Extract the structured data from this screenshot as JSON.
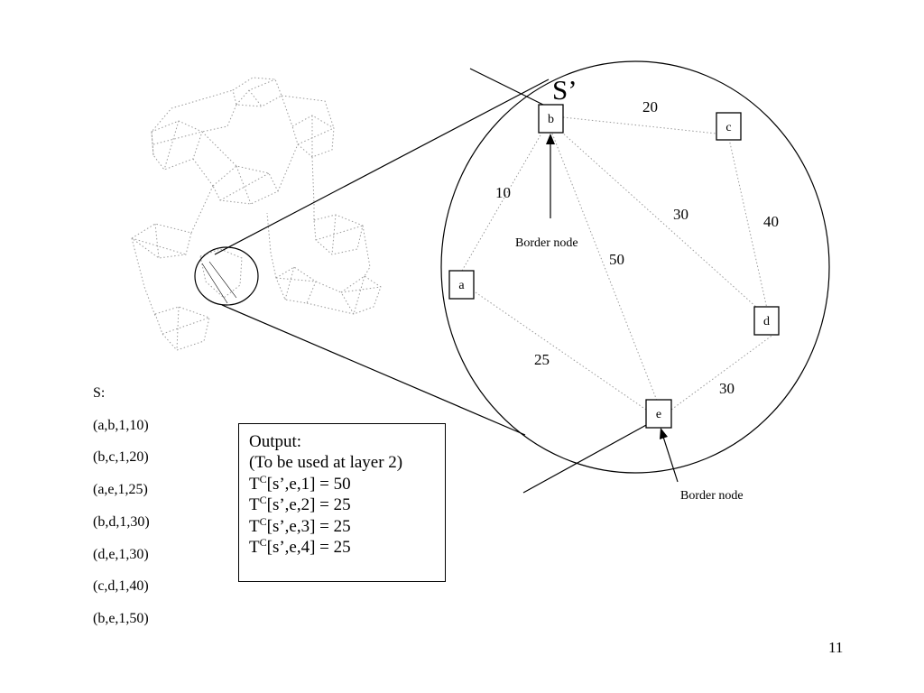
{
  "diagram": {
    "subgraph_label": "S’",
    "nodes": [
      {
        "id": "b",
        "label": "b"
      },
      {
        "id": "c",
        "label": "c"
      },
      {
        "id": "a",
        "label": "a"
      },
      {
        "id": "d",
        "label": "d"
      },
      {
        "id": "e",
        "label": "e"
      }
    ],
    "edges": [
      {
        "from": "b",
        "to": "c",
        "weight": "20"
      },
      {
        "from": "a",
        "to": "b",
        "weight": "10"
      },
      {
        "from": "b",
        "to": "d",
        "weight": "30"
      },
      {
        "from": "c",
        "to": "d",
        "weight": "40"
      },
      {
        "from": "b",
        "to": "e",
        "weight": "50"
      },
      {
        "from": "a",
        "to": "e",
        "weight": "25"
      },
      {
        "from": "d",
        "to": "e",
        "weight": "30"
      }
    ],
    "border_node_label_b": "Border node",
    "border_node_label_e": "Border node"
  },
  "tuples": {
    "title": "S:",
    "items": [
      "(a,b,1,10)",
      "(b,c,1,20)",
      "(a,e,1,25)",
      "(b,d,1,30)",
      "(d,e,1,30)",
      "(c,d,1,40)",
      "(b,e,1,50)"
    ]
  },
  "output": {
    "title": "Output:",
    "subtitle": "(To be used at layer 2)",
    "rows": [
      {
        "prefix": "T",
        "sup": "C",
        "rest": "[s’,e,1] = 50"
      },
      {
        "prefix": "T",
        "sup": "C",
        "rest": "[s’,e,2] = 25"
      },
      {
        "prefix": "T",
        "sup": "C",
        "rest": "[s’,e,3] = 25"
      },
      {
        "prefix": "T",
        "sup": "C",
        "rest": "[s’,e,4] = 25"
      }
    ]
  },
  "page_number": "11"
}
